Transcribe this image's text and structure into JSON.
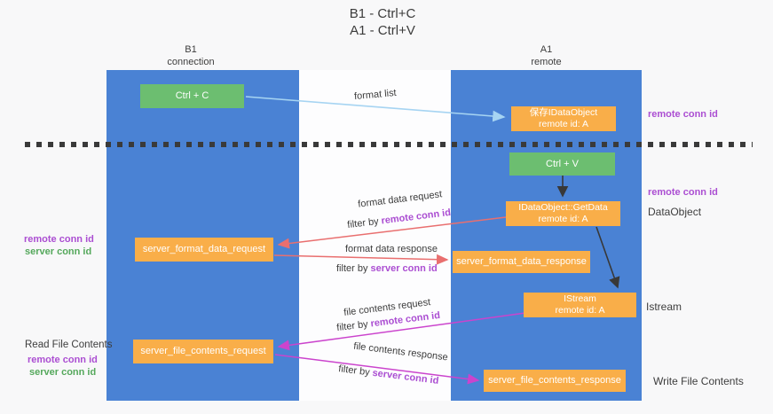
{
  "title": {
    "line1": "B1 - Ctrl+C",
    "line2": "A1 - Ctrl+V"
  },
  "lanes": {
    "left": {
      "title": "B1",
      "subtitle": "connection"
    },
    "right": {
      "title": "A1",
      "subtitle": "remote"
    }
  },
  "nodes": {
    "ctrl_c": {
      "label": "Ctrl + C"
    },
    "ctrl_v": {
      "label": "Ctrl + V"
    },
    "saved_dataobject": {
      "line1": "保存IDataObject",
      "line2": "remote id: A"
    },
    "getdata": {
      "line1": "IDataObject::GetData",
      "line2": "remote id: A"
    },
    "istream": {
      "line1": "IStream",
      "line2": "remote id: A"
    },
    "format_request": {
      "label": "server_format_data_request"
    },
    "format_response": {
      "label": "server_format_data_response"
    },
    "file_request": {
      "label": "server_file_contents_request"
    },
    "file_response": {
      "label": "server_file_contents_response"
    }
  },
  "messages": {
    "format_list": "format list",
    "format_data_request": "format data request",
    "format_data_response": "format data response",
    "file_contents_request": "file contents request",
    "file_contents_response": "file contents response",
    "filter_by": "filter by",
    "remote_conn_id": "remote conn id",
    "server_conn_id": "server conn id"
  },
  "side_labels": {
    "right_top_remote_conn_id": "remote conn id",
    "right_mid_remote_conn_id": "remote conn id",
    "dataobject": "DataObject",
    "istream": "Istream",
    "write_file_contents": "Write File Contents",
    "read_file_contents": "Read File Contents",
    "left_remote_conn_id_1": "remote conn id",
    "left_server_conn_id_1": "server conn id",
    "left_remote_conn_id_2": "remote conn id",
    "left_server_conn_id_2": "server conn id"
  },
  "colors": {
    "lane_blue": "#4a82d4",
    "node_green": "#6cbe70",
    "node_orange": "#f9ae49",
    "arrow_light_blue": "#a6d4f2",
    "arrow_red": "#e96f6f",
    "arrow_magenta": "#cb44cd",
    "arrow_black": "#383838",
    "text_purple": "#ab4ed2",
    "text_green": "#55a85c",
    "text_dark": "#3d3d3d",
    "background": "#f8f8f9"
  }
}
